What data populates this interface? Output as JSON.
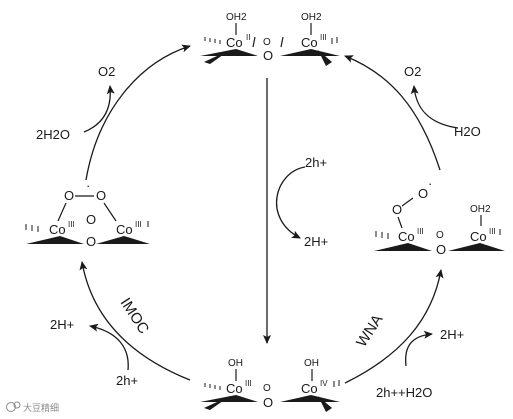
{
  "complexes": {
    "top": {
      "left_ligand": "OH2",
      "right_ligand": "OH2",
      "left_metal": "Co",
      "left_ox": "II",
      "right_metal": "Co",
      "right_ox": "III",
      "bridge": "O"
    },
    "left": {
      "peroxo_o1": "O",
      "peroxo_o2": "O",
      "radical": "·",
      "left_metal": "Co",
      "left_ox": "III",
      "right_metal": "Co",
      "right_ox": "III",
      "bridge": "O"
    },
    "right": {
      "superoxo_o1": "O",
      "superoxo_o2": "O",
      "radical": "·",
      "left_metal": "Co",
      "left_ox": "III",
      "right_ligand": "OH2",
      "right_metal": "Co",
      "right_ox": "III",
      "bridge": "O"
    },
    "bottom": {
      "left_ligand": "OH",
      "right_ligand": "OH",
      "left_metal": "Co",
      "left_ox": "III",
      "right_metal": "Co",
      "right_ox": "IV",
      "bridge": "O"
    }
  },
  "left_arc": {
    "o2": "O2",
    "water": "2H2O",
    "proton_in": "2h+",
    "proton_out": "2H+",
    "pathway": "IMOC"
  },
  "right_arc": {
    "o2": "O2",
    "water": "H2O",
    "proton_out": "2H+",
    "reactants": "2h++H2O",
    "pathway": "WNA"
  },
  "center": {
    "proton_in": "2h+",
    "proton_out": "2H+"
  },
  "watermark": "大豆精细"
}
